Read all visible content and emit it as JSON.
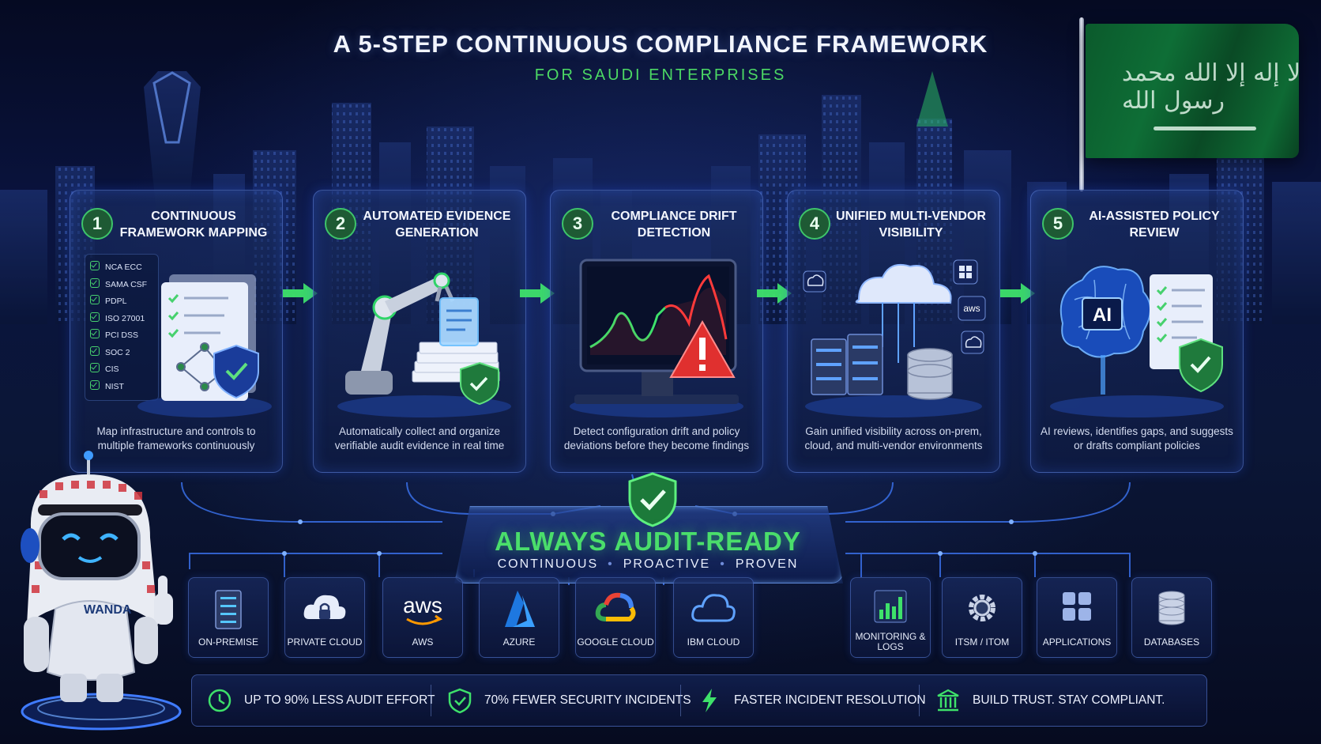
{
  "header": {
    "title": "A 5-STEP CONTINUOUS COMPLIANCE FRAMEWORK",
    "subtitle": "FOR SAUDI ENTERPRISES"
  },
  "flag": {
    "inscription": "لا إله إلا الله محمد رسول الله"
  },
  "steps": [
    {
      "number": "1",
      "title": "Continuous Framework Mapping",
      "description": "Map infrastructure and controls to multiple frameworks continuously",
      "frameworks": [
        "NCA ECC",
        "SAMA CSF",
        "PDPL",
        "ISO 27001",
        "PCI DSS",
        "SOC 2",
        "CIS",
        "NIST"
      ]
    },
    {
      "number": "2",
      "title": "Automated Evidence Generation",
      "description": "Automatically collect and organize verifiable audit evidence in real time"
    },
    {
      "number": "3",
      "title": "Compliance Drift Detection",
      "description": "Detect configuration drift and policy deviations before they become findings"
    },
    {
      "number": "4",
      "title": "Unified Multi-Vendor Visibility",
      "description": "Gain unified visibility across on-prem, cloud, and multi-vendor environments",
      "aws_badge": "aws"
    },
    {
      "number": "5",
      "title": "AI-Assisted Policy Review",
      "description": "AI reviews, identifies gaps, and suggests or drafts compliant policies",
      "ai_badge": "AI"
    }
  ],
  "hub": {
    "title": "Always Audit-Ready",
    "tags": [
      "CONTINUOUS",
      "PROACTIVE",
      "PROVEN"
    ]
  },
  "vendors_left": [
    {
      "label": "ON-PREMISE",
      "icon": "server-rack-icon"
    },
    {
      "label": "PRIVATE CLOUD",
      "icon": "cloud-lock-icon"
    },
    {
      "label": "AWS",
      "icon": "aws-logo-icon",
      "logo_text": "aws"
    },
    {
      "label": "AZURE",
      "icon": "azure-logo-icon"
    },
    {
      "label": "GOOGLE CLOUD",
      "icon": "google-cloud-logo-icon"
    },
    {
      "label": "IBM CLOUD",
      "icon": "ibm-cloud-icon"
    }
  ],
  "vendors_right": [
    {
      "label": "MONITORING & LOGS",
      "icon": "bar-chart-icon"
    },
    {
      "label": "ITSM / ITOM",
      "icon": "gear-icon"
    },
    {
      "label": "APPLICATIONS",
      "icon": "app-grid-icon"
    },
    {
      "label": "DATABASES",
      "icon": "database-icon"
    }
  ],
  "stats": [
    {
      "text": "UP TO 90% LESS AUDIT EFFORT",
      "icon": "clock-icon"
    },
    {
      "text": "70% FEWER SECURITY INCIDENTS",
      "icon": "shield-check-icon"
    },
    {
      "text": "FASTER INCIDENT RESOLUTION",
      "icon": "lightning-icon"
    },
    {
      "text": "BUILD TRUST. STAY COMPLIANT.",
      "icon": "institution-icon"
    }
  ],
  "mascot": {
    "name": "WANDA"
  },
  "colors": {
    "accent_green": "#4ade6b",
    "glow_blue": "#3f7bff",
    "background": "#0a1440"
  }
}
